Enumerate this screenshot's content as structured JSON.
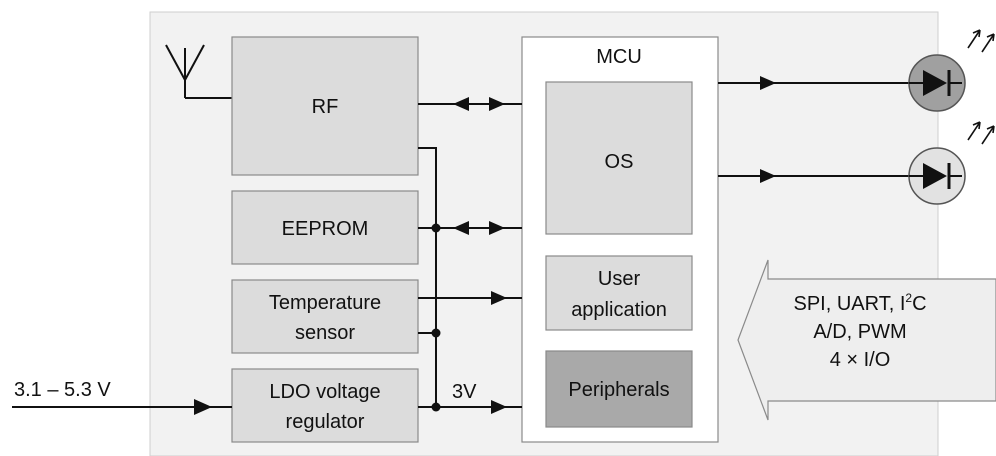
{
  "colors": {
    "module_bg": "#f2f2f2",
    "block_fill": "#dcdcdc",
    "block_dark": "#a9a9a9",
    "mcu_fill": "#ffffff",
    "led_lit": "#a0a0a0",
    "led_unlit": "#e2e2e2",
    "line": "#111111"
  },
  "icons": {
    "antenna": "antenna-icon",
    "led": "led-diode-icon"
  },
  "blocks": {
    "rf": "RF",
    "eeprom": "EEPROM",
    "temp_line1": "Temperature",
    "temp_line2": "sensor",
    "ldo_line1": "LDO voltage",
    "ldo_line2": "regulator",
    "mcu": "MCU",
    "os": "OS",
    "user_app_line1": "User",
    "user_app_line2": "application",
    "peripherals": "Peripherals"
  },
  "labels": {
    "input_voltage": "3.1 – 5.3 V",
    "rail_voltage": "3V"
  },
  "interface": {
    "line1_prefix": "SPI, UART, I",
    "line1_sup": "2",
    "line1_suffix": "C",
    "line2": "A/D, PWM",
    "line3": "4 × I/O"
  }
}
